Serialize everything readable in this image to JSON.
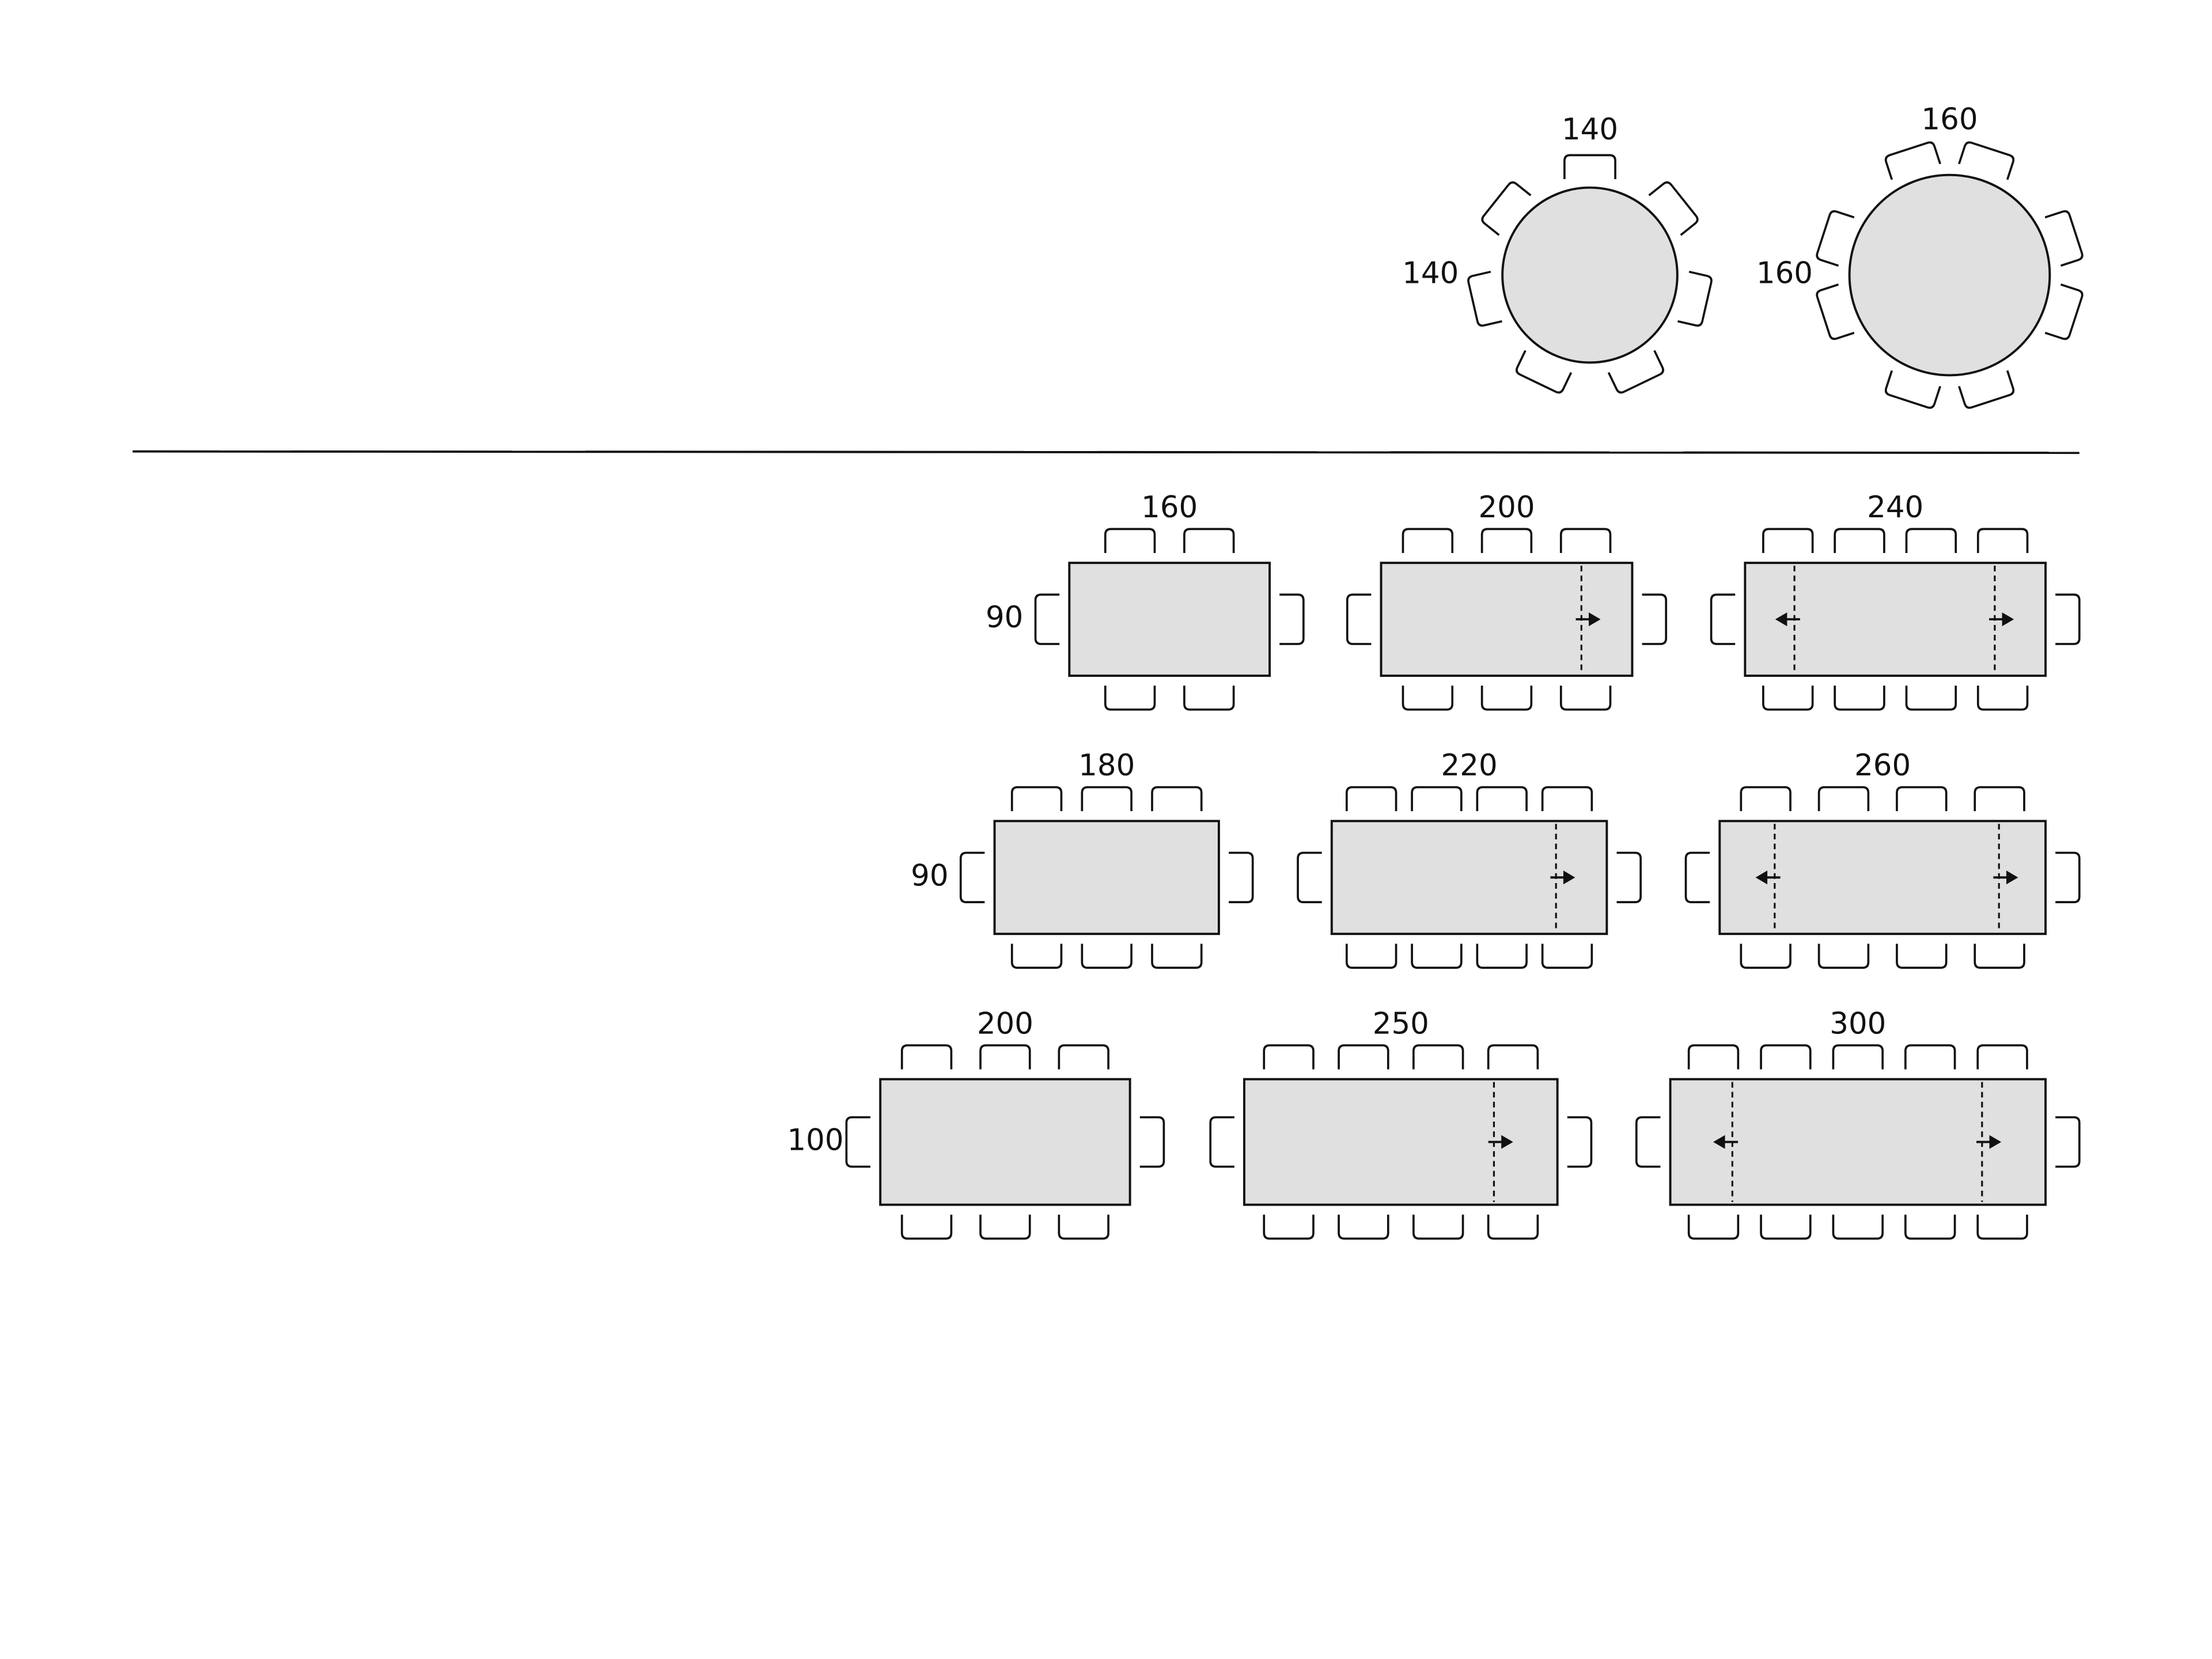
{
  "colors": {
    "table_fill": "#e0e0e0",
    "line": "#111111"
  },
  "round_tables": [
    {
      "diameter_label": "140",
      "side_label": "140",
      "chairs": 7
    },
    {
      "diameter_label": "160",
      "side_label": "160",
      "chairs": 8
    }
  ],
  "rect_rows": [
    {
      "depth_label": "90",
      "tables": [
        {
          "length_label": "160",
          "chairs_per_side": 2,
          "extensions": "none"
        },
        {
          "length_label": "200",
          "chairs_per_side": 3,
          "extensions": "right"
        },
        {
          "length_label": "240",
          "chairs_per_side": 4,
          "extensions": "both"
        }
      ]
    },
    {
      "depth_label": "90",
      "tables": [
        {
          "length_label": "180",
          "chairs_per_side": 3,
          "extensions": "none"
        },
        {
          "length_label": "220",
          "chairs_per_side": 4,
          "extensions": "right"
        },
        {
          "length_label": "260",
          "chairs_per_side": 4,
          "extensions": "both"
        }
      ]
    },
    {
      "depth_label": "100",
      "tables": [
        {
          "length_label": "200",
          "chairs_per_side": 3,
          "extensions": "none"
        },
        {
          "length_label": "250",
          "chairs_per_side": 4,
          "extensions": "right"
        },
        {
          "length_label": "300",
          "chairs_per_side": 5,
          "extensions": "both"
        }
      ]
    }
  ]
}
